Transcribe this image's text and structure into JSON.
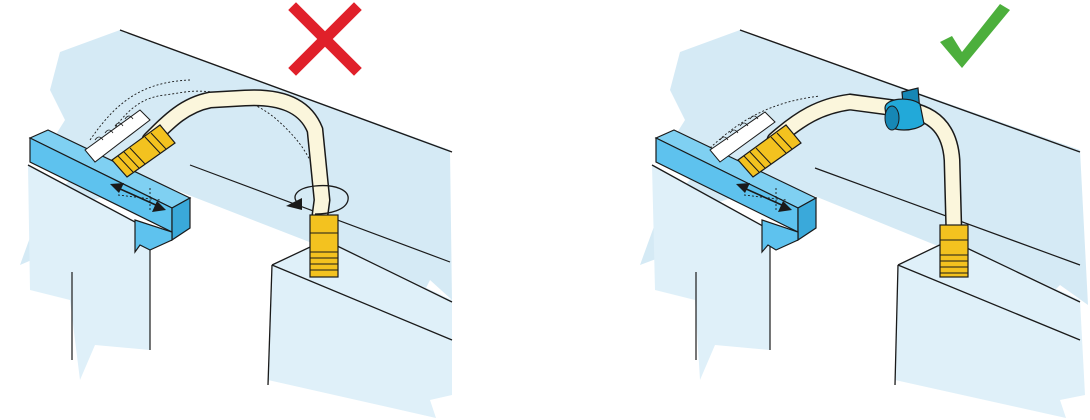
{
  "panels": [
    {
      "id": "incorrect",
      "verdict": "incorrect",
      "verdict_icon": "cross-mark-icon",
      "verdict_color": "#e0202a"
    },
    {
      "id": "correct",
      "verdict": "correct",
      "verdict_icon": "check-mark-icon",
      "verdict_color": "#4caf3c"
    }
  ],
  "colors": {
    "background_fill": "#d5eaf5",
    "block_fill": "#dff0f9",
    "blue_bracket": "#5ec2ee",
    "clip_blue": "#22a9d9",
    "clip_dark_blue": "#1687b5",
    "hose_fill": "#fbf6dc",
    "brass_fitting": "#f3c21f",
    "brass_dark": "#c08e10",
    "outline": "#1a1a1a"
  }
}
